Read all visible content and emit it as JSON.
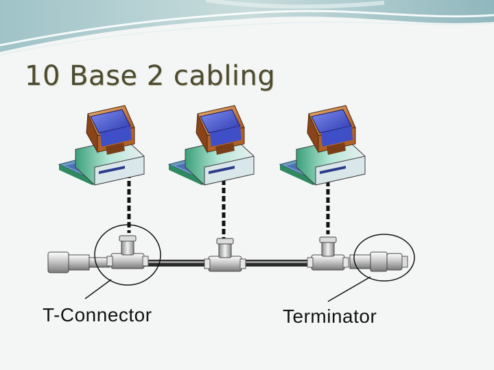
{
  "slide": {
    "title": "10 Base 2 cabling"
  },
  "diagram": {
    "computers": [
      {
        "icon": "computer-icon"
      },
      {
        "icon": "computer-icon"
      },
      {
        "icon": "computer-icon"
      }
    ],
    "labels": {
      "t_connector": "T-Connector",
      "terminator": "Terminator"
    }
  },
  "colors": {
    "title": "#4c4a2f",
    "monitor_frame": "#c06a30",
    "screen": "#3e4fc8",
    "cable": "#111111",
    "connector": "#c7c7c7",
    "accent": "#2a9a6a"
  }
}
